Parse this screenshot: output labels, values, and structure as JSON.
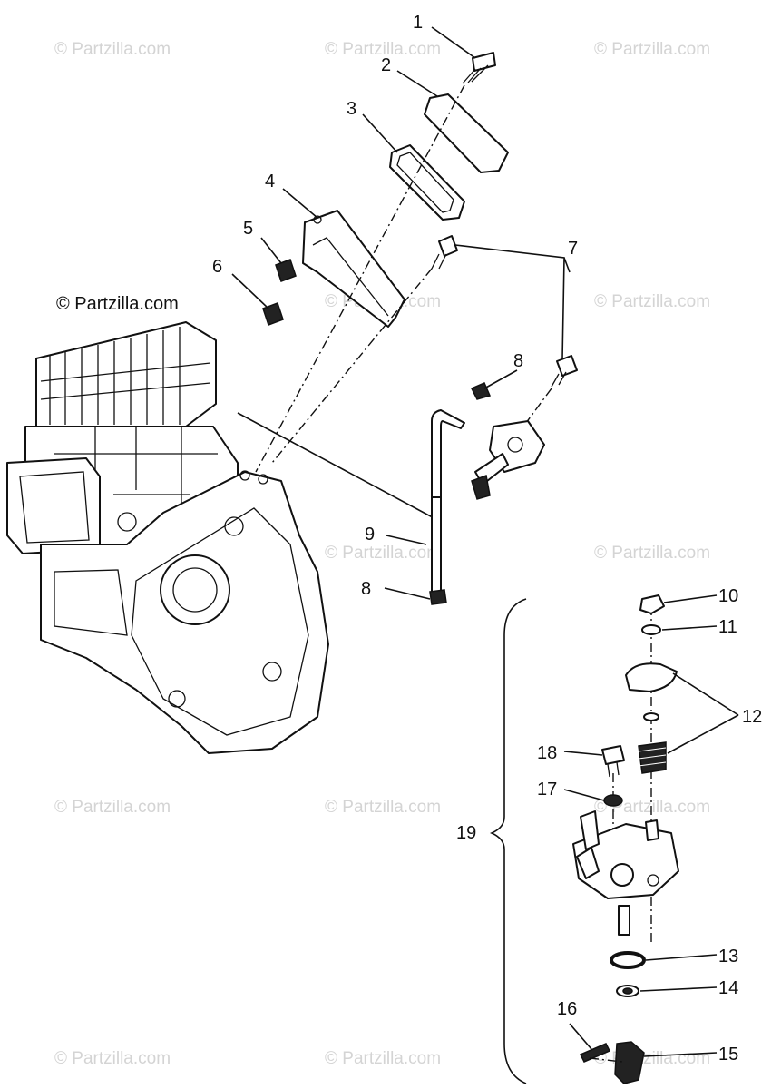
{
  "copyright": "© Partzilla.com",
  "watermark_text": "© Partzilla.com",
  "callouts": [
    "1",
    "2",
    "3",
    "4",
    "5",
    "6",
    "7",
    "8",
    "8",
    "9",
    "10",
    "11",
    "12",
    "13",
    "14",
    "15",
    "16",
    "17",
    "18",
    "19"
  ],
  "colors": {
    "ink": "#111111",
    "watermark": "#d4d4d4",
    "background": "#ffffff"
  }
}
